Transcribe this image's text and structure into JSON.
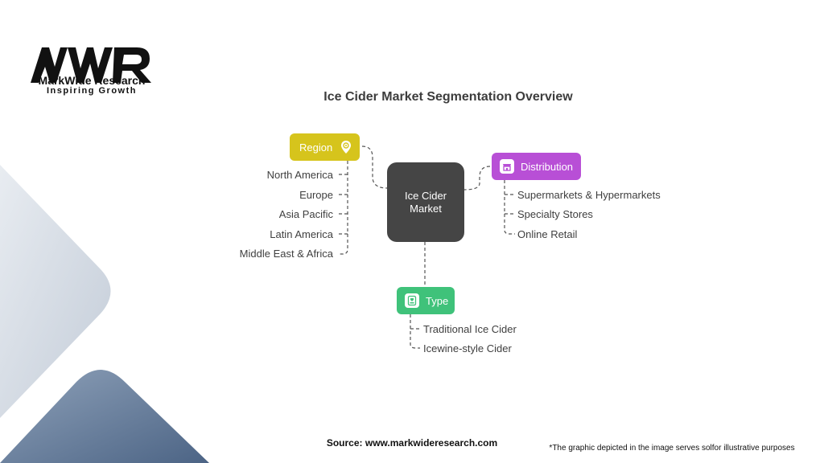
{
  "brand": {
    "name": "MarkWide Research",
    "tagline": "Inspiring Growth"
  },
  "title": "Ice Cider Market Segmentation Overview",
  "center": {
    "label": "Ice Cider Market"
  },
  "segments": {
    "region": {
      "label": "Region",
      "icon": "location-pin-icon",
      "color": "#d6c41c",
      "items": [
        "North America",
        "Europe",
        "Asia Pacific",
        "Latin America",
        "Middle East & Africa"
      ]
    },
    "distribution": {
      "label": "Distribution",
      "icon": "storefront-icon",
      "color": "#b84fd6",
      "items": [
        "Supermarkets & Hypermarkets",
        "Specialty Stores",
        "Online Retail"
      ]
    },
    "type": {
      "label": "Type",
      "icon": "bottle-label-icon",
      "color": "#3fc27a",
      "items": [
        "Traditional Ice Cider",
        "Icewine-style Cider"
      ]
    }
  },
  "footer": {
    "source": "Source: www.markwideresearch.com",
    "disclaimer": "*The graphic depicted in the image serves solfor illustrative purposes"
  },
  "colors": {
    "center_node": "#454545",
    "background_shape_light": "#d5dce6",
    "background_shape_dark": "#5d7696"
  }
}
